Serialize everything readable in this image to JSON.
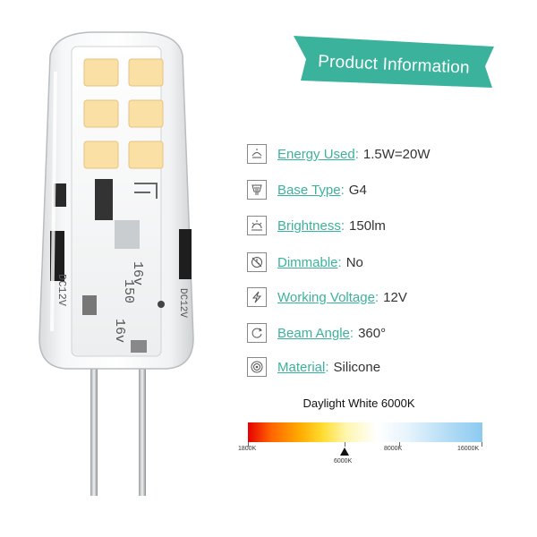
{
  "banner": {
    "title": "Product Information",
    "color": "#3bb39c"
  },
  "specs": [
    {
      "label": "Energy Used",
      "value": "1.5W=20W",
      "icon": "energy-icon"
    },
    {
      "label": "Base Type",
      "value": "G4",
      "icon": "base-icon"
    },
    {
      "label": "Brightness",
      "value": "150lm",
      "icon": "brightness-icon"
    },
    {
      "label": "Dimmable",
      "value": "No",
      "icon": "dimmable-icon"
    },
    {
      "label": "Working Voltage",
      "value": "12V",
      "icon": "voltage-icon"
    },
    {
      "label": "Beam Angle",
      "value": "360°",
      "icon": "beam-angle-icon"
    },
    {
      "label": "Material",
      "value": "Silicone",
      "icon": "material-icon"
    }
  ],
  "color_temp": {
    "title": "Daylight White 6000K",
    "scale_labels": [
      "1800K",
      "6000K",
      "8000K",
      "16000K"
    ]
  },
  "bulb_print": {
    "line1": "16v",
    "line2": "150",
    "line3": "DC12V"
  },
  "colors": {
    "accent": "#3bb39c",
    "led": "#fbe0a6"
  }
}
